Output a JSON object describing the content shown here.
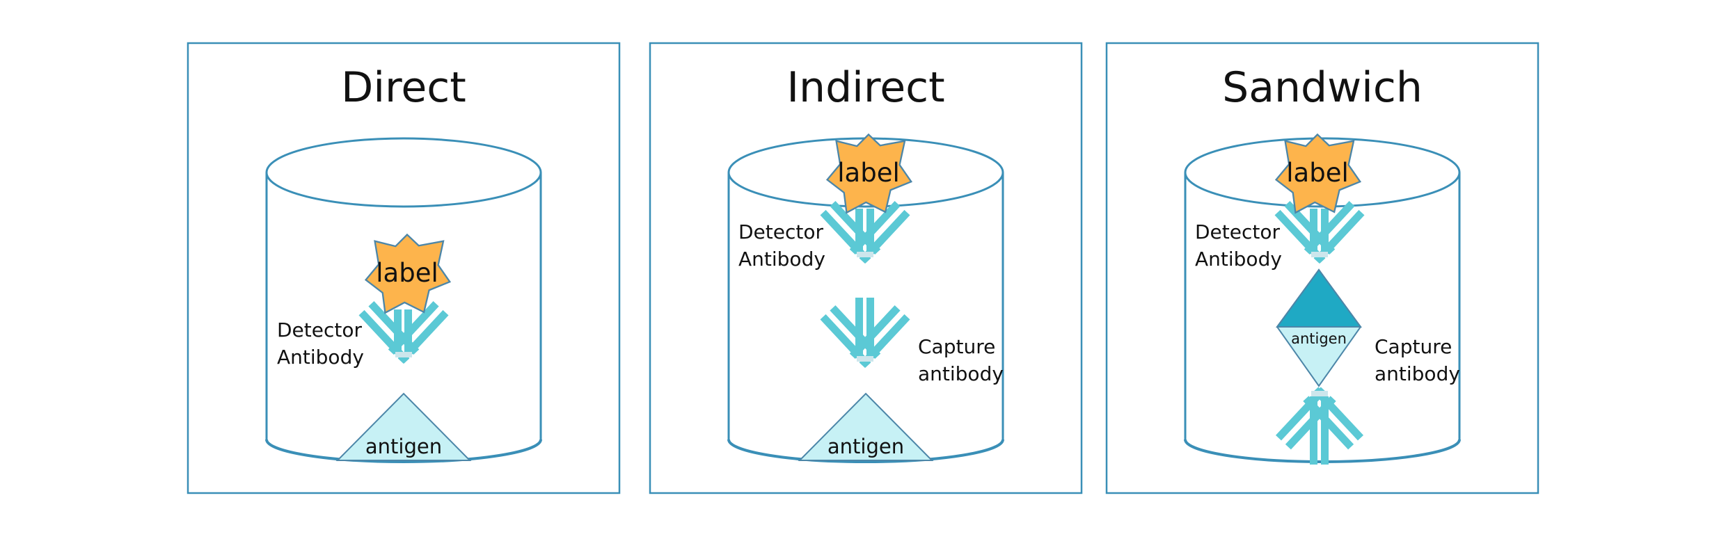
{
  "panels": [
    {
      "title": "Direct",
      "star_label": "label",
      "detector_label": [
        "Detector",
        "Antibody"
      ],
      "antigen_label": "antigen"
    },
    {
      "title": "Indirect",
      "star_label": "label",
      "detector_label": [
        "Detector",
        "Antibody"
      ],
      "capture_label": [
        "Capture",
        "antibody"
      ],
      "antigen_label": "antigen"
    },
    {
      "title": "Sandwich",
      "star_label": "label",
      "detector_label": [
        "Detector",
        "Antibody"
      ],
      "capture_label": [
        "Capture",
        "antibody"
      ],
      "antigen_label": "antigen"
    }
  ],
  "colors": {
    "frame": "#3A8FB7",
    "antibody": "#5BC9D5",
    "antibody_joint": "#CCE6EC",
    "antigen_fill": "#C7F1F5",
    "antigen_dark": "#1FA9C4",
    "star_fill": "#FDB44C",
    "star_stroke": "#4C86A8"
  }
}
